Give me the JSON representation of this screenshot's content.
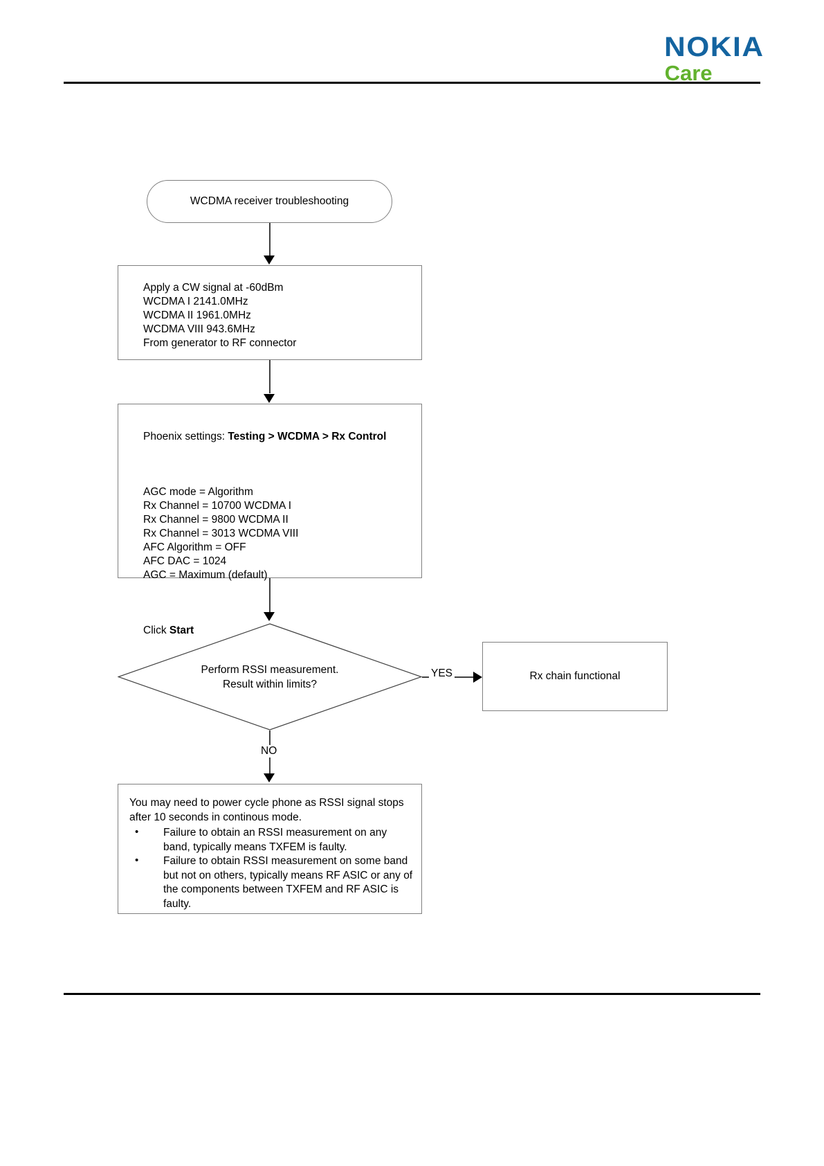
{
  "header": {
    "logo_nokia": "NOKIA",
    "logo_care": "Care",
    "logo_nokia_color": "#1464A0",
    "logo_care_color": "#62B22E"
  },
  "flowchart": {
    "start": {
      "label": "WCDMA receiver troubleshooting"
    },
    "apply_signal": {
      "text": "Apply a CW signal at -60dBm\nWCDMA I 2141.0MHz\nWCDMA II 1961.0MHz\nWCDMA VIII 943.6MHz\nFrom generator to RF connector"
    },
    "phoenix": {
      "heading_prefix": "Phoenix settings: ",
      "heading_path": "Testing > WCDMA > Rx Control",
      "settings": "AGC mode = Algorithm\nRx Channel = 10700 WCDMA I\nRx Channel = 9800 WCDMA II\nRx Channel = 3013 WCDMA VIII\nAFC Algorithm = OFF\nAFC DAC = 1024\nAGC = Maximum (default)",
      "action_prefix": "Click ",
      "action_button": "Start"
    },
    "decision": {
      "line1": "Perform RSSI measurement.",
      "line2": "Result within limits?",
      "yes_label": "YES",
      "no_label": "NO"
    },
    "rx_ok": {
      "label": "Rx chain functional"
    },
    "fault": {
      "intro": "You may need to power cycle phone as RSSI signal stops after 10 seconds in continous mode.",
      "bullet_glyph": "•",
      "bullets": [
        "Failure to obtain an RSSI measurement on any band, typically means TXFEM is faulty.",
        "Failure to obtain RSSI measurement on some band but not on others, typically means RF ASIC or any of the components between TXFEM and RF ASIC is faulty."
      ]
    }
  }
}
